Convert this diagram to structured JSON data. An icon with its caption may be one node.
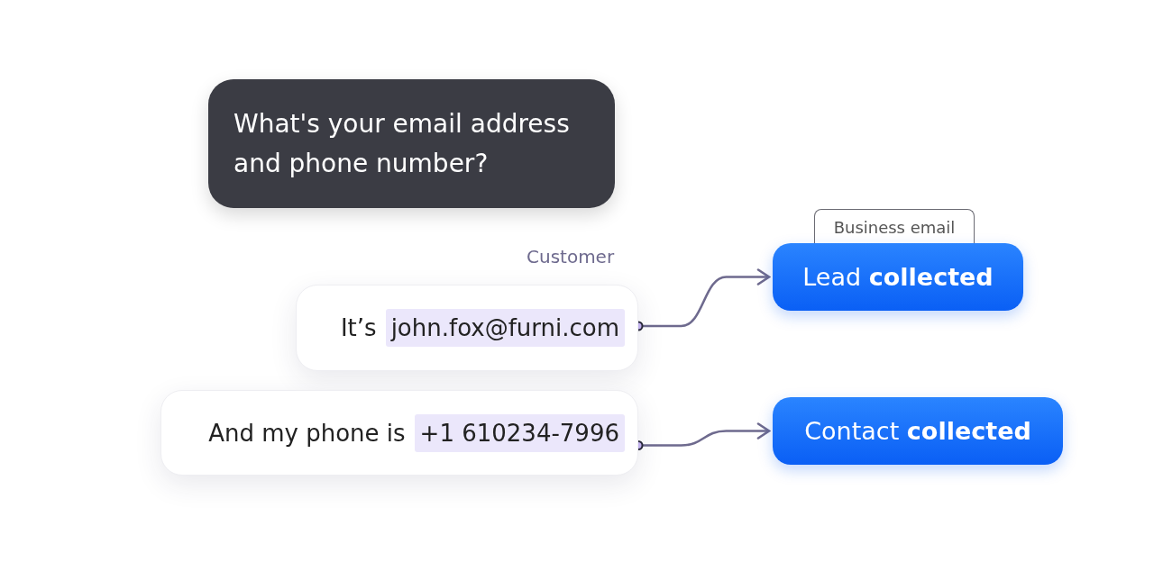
{
  "diagram": {
    "nodes": [
      {
        "text": [
          "What's your email address and phone number?"
        ]
      },
      {
        "text": [
          "Business email"
        ]
      },
      {
        "text": [
          "Lead **collected**"
        ]
      },
      {
        "text": [
          "It’s",
          "john.fox@furni.com"
        ],
        "beside": [
          "Customer"
        ]
      },
      {
        "text": [
          "And my phone is",
          "+1 610234-7996"
        ]
      },
      {
        "text": [
          "Contact **collected**"
        ]
      }
    ],
    "edges": [
      {
        "from": 3,
        "to": 2,
        "arrow": "to"
      },
      {
        "from": 4,
        "to": 5,
        "arrow": "to"
      }
    ]
  }
}
